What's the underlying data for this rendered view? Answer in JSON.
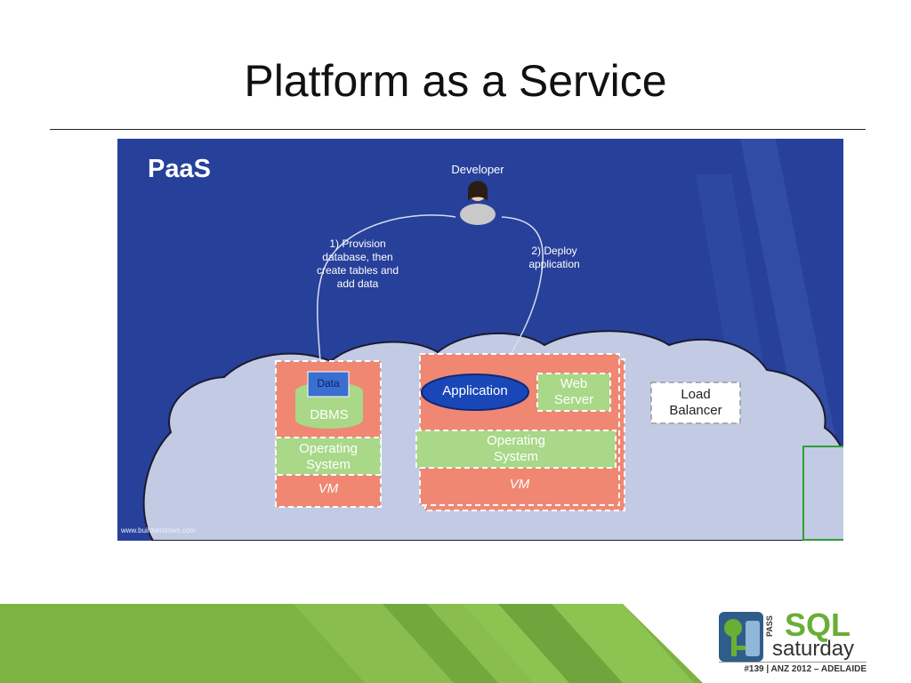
{
  "slide": {
    "title": "Platform as a Service"
  },
  "diagram": {
    "heading": "PaaS",
    "developer_label": "Developer",
    "step1_line1": "1) Provision",
    "step1_line2": "database, then",
    "step1_line3": "create tables and",
    "step1_line4": "add data",
    "step2_line1": "2) Deploy",
    "step2_line2": "application",
    "data_label": "Data",
    "dbms_label": "DBMS",
    "os_left_line1": "Operating",
    "os_left_line2": "System",
    "vm_left": "VM",
    "application_label": "Application",
    "web_server_line1": "Web",
    "web_server_line2": "Server",
    "os_right_line1": "Operating",
    "os_right_line2": "System",
    "vm_right": "VM",
    "load_balancer_line1": "Load",
    "load_balancer_line2": "Balancer",
    "source_credit": "www.buildwindows.com"
  },
  "logo": {
    "pass": "PASS",
    "sql": "SQL",
    "saturday": "saturday",
    "event": "#139 | ANZ 2012 – ADELAIDE"
  },
  "colors": {
    "diagram_bg": "#27409a",
    "cloud": "#c3cbe4",
    "vm_salmon": "#f08772",
    "os_green": "#a8d888",
    "application_oval": "#1a47b8",
    "footer_green": "#7cb342"
  }
}
